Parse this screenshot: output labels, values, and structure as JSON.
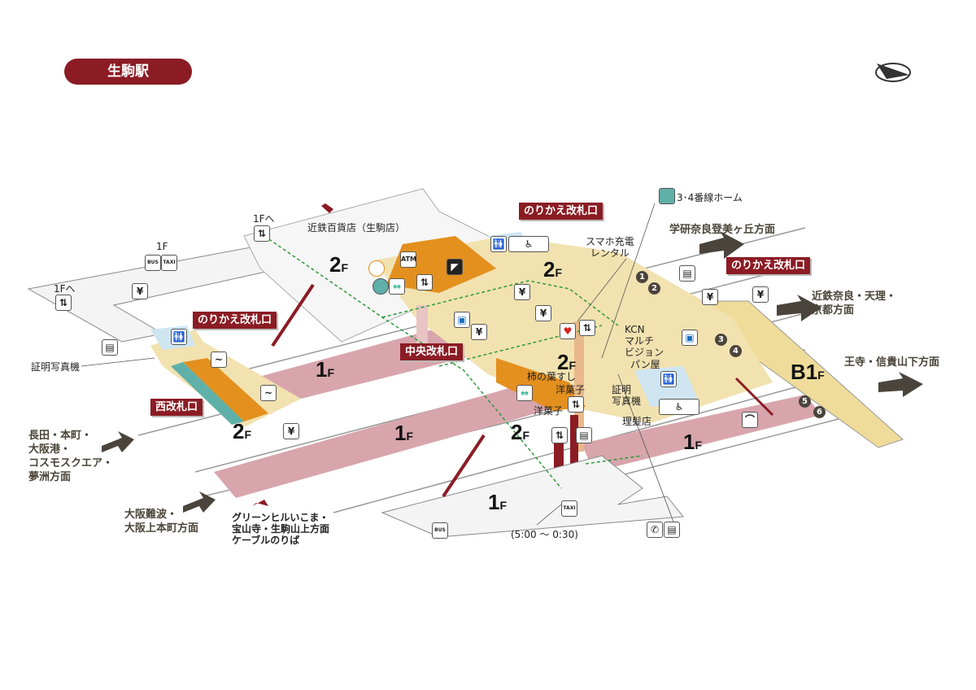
{
  "title": "生駒駅",
  "floors": {
    "f2a": "2",
    "f2b": "2",
    "f2c": "2",
    "f2d": "2",
    "f2e": "2",
    "f1a": "1",
    "f1b": "1",
    "f1c": "1",
    "f1d": "1",
    "b1": "B1",
    "suffix": "F"
  },
  "gates": {
    "transfer_left": "のりかえ改札口",
    "transfer_center": "のりかえ改札口",
    "transfer_right": "のりかえ改札口",
    "west": "西改札口",
    "central": "中央改札口"
  },
  "labels": {
    "bus_taxi_floor": "1F",
    "to_1f_left": "1Fへ",
    "to_1f_center": "1Fへ",
    "department_store": "近鉄百貨店（生駒店）",
    "photo_booth_left": "証明写真機",
    "atm": "ATM",
    "phone_charge": "スマホ充電",
    "phone_charge2": "レンタル",
    "platform_34": "3･4番線ホーム",
    "kcn1": "KCN",
    "kcn2": "マルチ",
    "kcn3": "ビジョン",
    "bakery": "パン屋",
    "kakinoha": "柿の葉すし",
    "sweets1": "洋菓子",
    "sweets2": "洋菓子",
    "photo_booth_right1": "証明",
    "photo_booth_right2": "写真機",
    "barber": "理髪店",
    "hours": "(5:00 〜 0:30)"
  },
  "directions": {
    "gakken": "学研奈良登美ヶ丘方面",
    "nara": [
      "近鉄奈良・天理・",
      "京都方面"
    ],
    "oji": "王寺・信貴山下方面",
    "nagata": [
      "長田・本町・",
      "大阪港・",
      "コスモスクエア・",
      "夢洲方面"
    ],
    "namba": [
      "大阪難波・",
      "大阪上本町方面"
    ],
    "cable": [
      "グリーンヒルいこま・",
      "宝山寺・生駒山上方面",
      "ケーブルのりば"
    ]
  },
  "platform_numbers": [
    "1",
    "2",
    "3",
    "4",
    "5",
    "6"
  ],
  "icons": {
    "yen": "¥",
    "toilet": "🚻",
    "wheelchair": "♿",
    "elevator": "⇅",
    "locker": "▤",
    "taxi": "TAXI",
    "bus": "BUS",
    "smoking": "~",
    "aed": "♥",
    "phone": "✆",
    "atm": "ATM",
    "info": "⇔"
  },
  "colors": {
    "brand": "#8b1c24",
    "platform": "#d8a5ac",
    "concourse": "#f2e2b0",
    "shop": "#e3901e",
    "b1": "#efdc9a",
    "route": "#2e9a3c"
  }
}
